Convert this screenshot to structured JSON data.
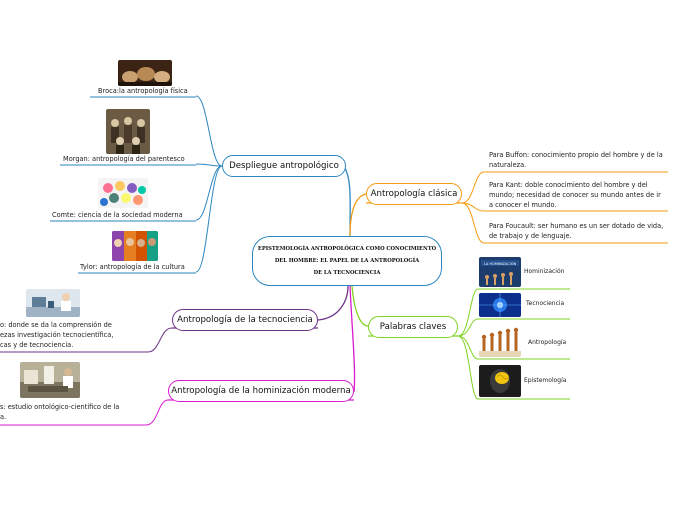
{
  "central": {
    "line1": "EPISTEMOLOGÍA ANTROPOLÓGICA COMO CONOCIMIENTO",
    "line2": "DEL HOMBRE: EL PAPEL DE LA ANTROPOLOGÍA",
    "line3": "DE LA TECNOCIENCIA"
  },
  "topics": {
    "despliegue": "Despliegue antropológico",
    "tecnociencia": "Antropología de la tecnociencia",
    "hominizacion": "Antropología de la hominización moderna",
    "clasica": "Antropología clásica",
    "palabras": "Palabras claves"
  },
  "despliegue_items": {
    "broca": "Broca:la antropología física",
    "morgan": "Morgan: antropología del parentesco",
    "comte": "Comte:  ciencia de la sociedad moderna",
    "tylor": "Tylor: antropología de la cultura"
  },
  "tecnociencia_text": {
    "line1": "o:  donde se da la comprensión de",
    "line2": "ezas investigación tecnocientífica,",
    "line3": "cas y de tecnociencia."
  },
  "hominizacion_text": {
    "line1": "s: estudio ontológico-científico de la",
    "line2": "a."
  },
  "clasica_notes": {
    "buffon": "Para Buffon: conocimiento propio del hombre y de la naturaleza.",
    "kant": "Para Kant: doble conocimiento del hombre y del mundo; necesidad de conocer su mundo antes de ir a conocer el mundo.",
    "foucault": "Para Foucault: ser humano es un ser dotado de vida, de trabajo y de lenguaje."
  },
  "keywords": {
    "hominizacion": "Hominización",
    "hominizacion_banner": "LA HOMINIZACIÓN",
    "tecnociencia": "Tecnociencia",
    "antropologia": "Antropología",
    "epistemologia": "Epistemología"
  },
  "colors": {
    "blue": "#2e86c1",
    "orange": "#f39c12",
    "green": "#7ed321",
    "purple": "#6c3483",
    "magenta": "#d81bcf"
  }
}
